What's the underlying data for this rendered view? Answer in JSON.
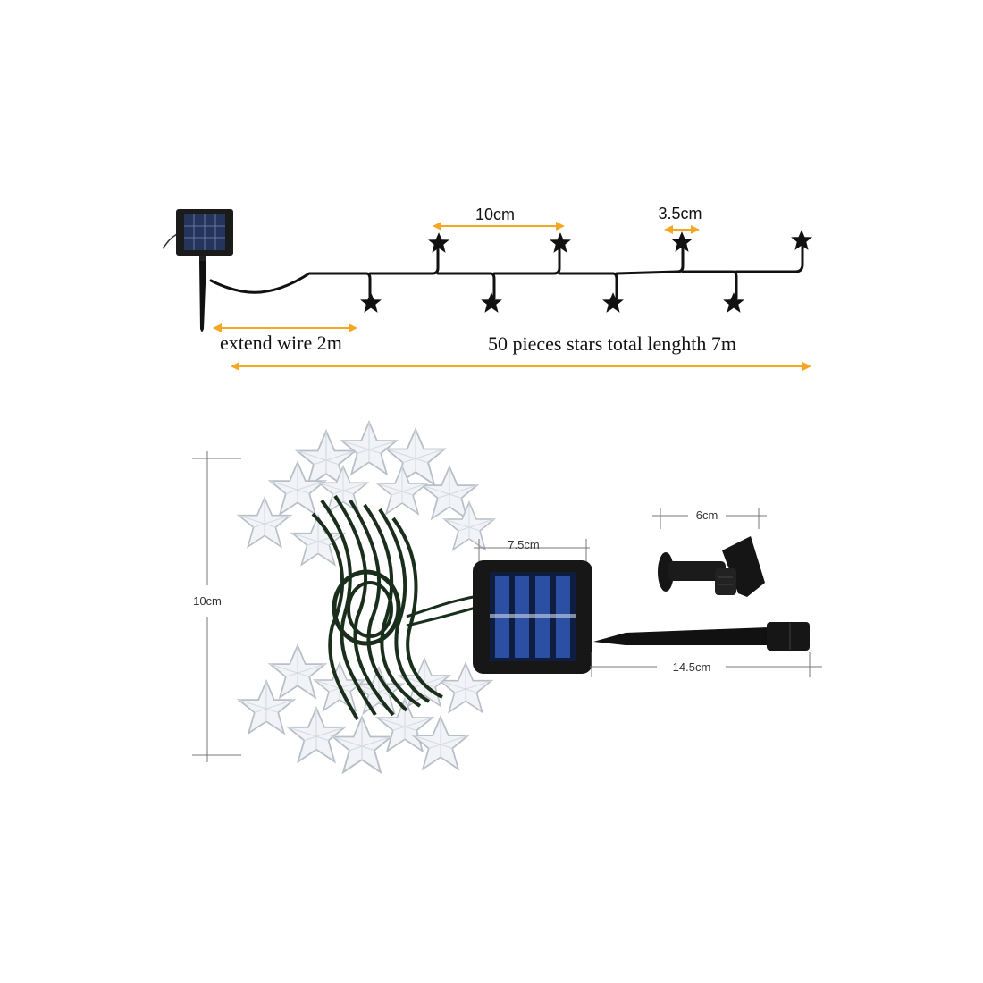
{
  "diagram_top": {
    "labels": {
      "spacing_10cm": "10cm",
      "star_size": "3.5cm",
      "extend_wire": "extend wire 2m",
      "total_length": "50 pieces stars total lenghth 7m"
    }
  },
  "diagram_bottom": {
    "labels": {
      "height": "10cm",
      "panel_width": "7.5cm",
      "bracket_width": "6cm",
      "stake_length": "14.5cm"
    }
  },
  "colors": {
    "arrow": "#f5a623",
    "wire": "#111111",
    "star": "#111111",
    "dimension_line": "#777777",
    "panel_cell": "#1d3d8a",
    "cable_green": "#1a2e1c"
  }
}
